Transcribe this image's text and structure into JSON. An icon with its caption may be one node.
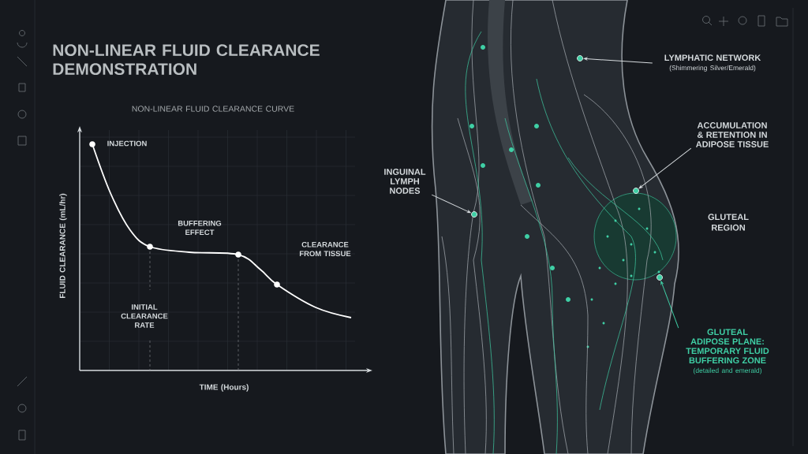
{
  "diagram": {
    "title": "NON-LINEAR FLUID CLEARANCE DEMONSTRATION",
    "nodes": [
      {
        "text": [
          "LYMPHATIC NETWORK",
          "(Shimmering Silver/Emerald)"
        ]
      },
      {
        "text": [],
        "shape": "circle"
      },
      {
        "text": [
          "ACCUMULATION & RETENTION IN ADIPOSE TISSUE"
        ]
      },
      {
        "text": [],
        "shape": "circle"
      },
      {
        "text": [
          "INGUINAL LYMPH NODES"
        ]
      },
      {
        "text": [],
        "shape": "circle"
      },
      {
        "text": [
          "GLUTEAL ADIPOSE PLANE: TEMPORARY FLUID BUFFERING ZONE",
          "(detailed and emerald)"
        ]
      },
      {
        "text": [],
        "shape": "circle"
      }
    ],
    "edges": [
      {
        "from": 0,
        "to": 1,
        "arrow": "to"
      },
      {
        "from": 2,
        "to": 3,
        "arrow": "to"
      },
      {
        "from": 4,
        "to": 5,
        "arrow": "to"
      },
      {
        "from": 6,
        "to": 7,
        "arrow": "to",
        "color": "#3fcfa5"
      }
    ],
    "labels": [
      "NON-LINEAR FLUID CLEARANCE CURVE",
      "INJECTION",
      "FLUID CLEARANCE (mL/hr)",
      "BUFFERING EFFECT",
      "CLEARANCE FROM TISSUE",
      "INITIAL CLEARANCE RATE",
      "TIME (Hours)",
      "GLUTEAL REGION"
    ]
  }
}
